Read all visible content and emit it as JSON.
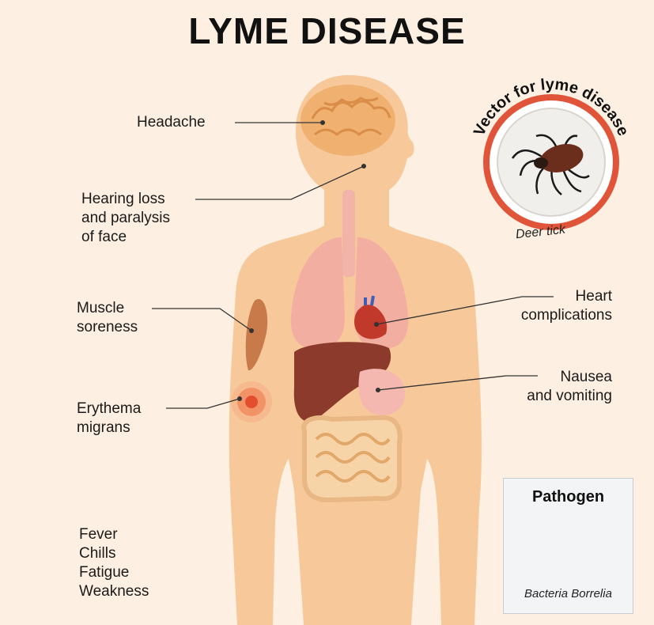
{
  "title": "LYME DISEASE",
  "symptoms_left": {
    "headache": "Headache",
    "hearing": [
      "Hearing loss",
      "and paralysis",
      "of face"
    ],
    "muscle": [
      "Muscle",
      "soreness"
    ],
    "erythema": [
      "Erythema",
      "migrans"
    ],
    "general": [
      "Fever",
      "Chills",
      "Fatigue",
      "Weakness"
    ]
  },
  "symptoms_right": {
    "heart": [
      "Heart",
      "complications"
    ],
    "nausea": [
      "Nausea",
      "and vomiting"
    ]
  },
  "vector": {
    "arc_text": "Vector for lyme disease",
    "caption": "Deer tick"
  },
  "pathogen": {
    "title": "Pathogen",
    "caption": "Bacteria Borrelia"
  },
  "colors": {
    "skin": "#f7c99a",
    "background": "#fdf0e2",
    "ring": "#e0553a",
    "tick": "#6b2e1c",
    "bacteria": "#8fc4ea"
  }
}
